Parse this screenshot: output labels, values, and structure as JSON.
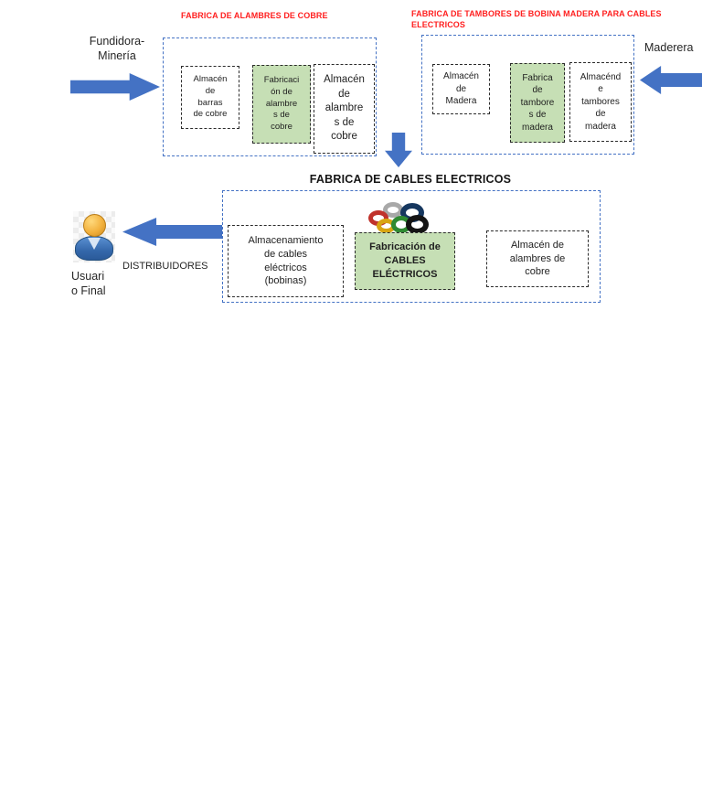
{
  "diagram": {
    "factories": [
      {
        "title": "FABRICA DE ALAMBRES DE COBRE",
        "boxes": [
          {
            "text": "Almacén\nde\nbarras\nde cobre",
            "highlight": false
          },
          {
            "text": "Fabricaci\nón de\nalambre\ns de\ncobre",
            "highlight": true
          },
          {
            "text": "Almacén\nde\nalambre\ns de\ncobre",
            "highlight": false
          }
        ]
      },
      {
        "title": "FABRICA DE TAMBORES DE BOBINA  MADERA PARA CABLES\nELECTRICOS",
        "boxes": [
          {
            "text": "Almacén\nde\nMadera",
            "highlight": false
          },
          {
            "text": "Fabrica\nde\ntambore\ns de\nmadera",
            "highlight": true
          },
          {
            "text": "Almacénd\ne\ntambores\nde\nmadera",
            "highlight": false
          }
        ]
      },
      {
        "title": "FABRICA DE CABLES ELECTRICOS",
        "boxes": [
          {
            "text": "Almacenamiento\nde cables\neléctricos\n(bobinas)",
            "highlight": false
          },
          {
            "text": "Fabricación de\nCABLES\nELÉCTRICOS",
            "highlight": true
          },
          {
            "text": "Almacén de\nalambres de\ncobre",
            "highlight": false
          }
        ]
      }
    ],
    "external_labels": {
      "fundidora": "Fundidora-\nMinería",
      "maderera": "Maderera",
      "distribuidores": "DISTRIBUIDORES",
      "usuario_final": "Usuari\no Final"
    },
    "icons": {
      "person_icon": "usuario-final-person",
      "cable_coils_icon": "electric-cable-coils",
      "cable_ring_colors": [
        "#c0322b",
        "#a8a8a8",
        "#16375f",
        "#d8a512",
        "#2f8a32",
        "#141414"
      ]
    },
    "colors": {
      "arrow_blue": "#4472c4",
      "group_border_blue": "#4472c4",
      "highlight_green": "#c6dfb5",
      "title_red": "#ff1f1f"
    }
  }
}
